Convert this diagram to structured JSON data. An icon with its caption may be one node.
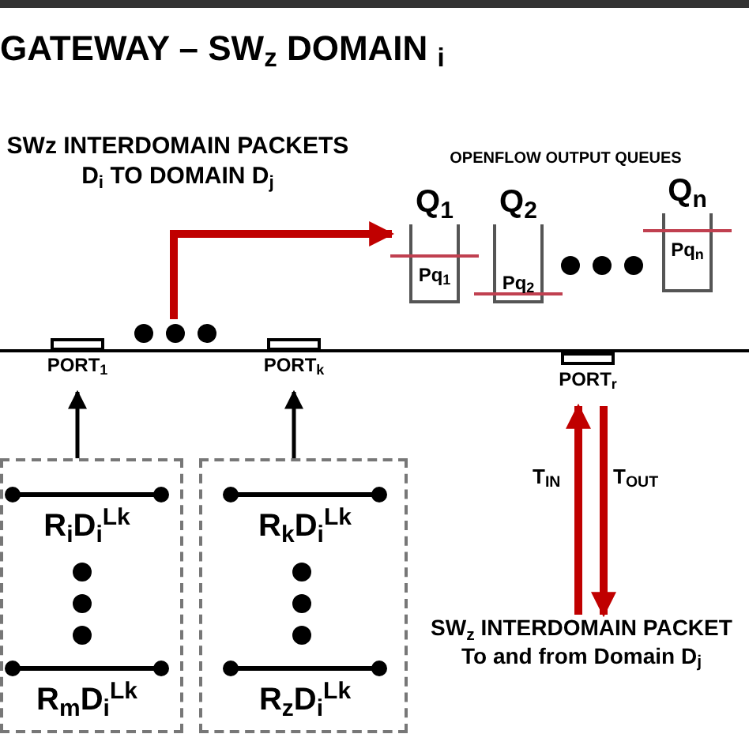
{
  "diagram": {
    "title": "GATEWAY – SW$_{z}$ DOMAIN $_{i}$",
    "nodes": [
      {
        "text": [
          "PORT$_{1}$"
        ]
      },
      {
        "text": [
          "PORT$_{k}$"
        ]
      },
      {
        "text": [
          "PORT$_{r}$"
        ]
      },
      {
        "text": [],
        "shape": "box"
      },
      {
        "text": [
          "R$_{i}$D$_{i}$$^{Lk}$"
        ],
        "in": 3
      },
      {
        "text": [
          "R$_{m}$D$_{i}$$^{Lk}$"
        ],
        "in": 3
      },
      {
        "text": [],
        "shape": "box"
      },
      {
        "text": [
          "R$_{k}$D$_{i}$$^{Lk}$"
        ],
        "in": 6
      },
      {
        "text": [
          "R$_{z}$D$_{i}$$^{Lk}$"
        ],
        "in": 6
      },
      {
        "text": [
          "Q$_{1}$",
          "Pq$_{1}$"
        ]
      },
      {
        "text": [
          "Q$_{2}$",
          "Pq$_{2}$"
        ]
      },
      {
        "text": [
          "Q$_{n}$",
          "Pq$_{n}$"
        ]
      },
      {
        "text": [
          "SW$_{z}$ INTERDOMAIN PACKET To and from Domain D$_{j}$"
        ]
      }
    ],
    "edges": [
      {
        "from": 3,
        "to": 0,
        "arrow": "to",
        "color": "#000000"
      },
      {
        "from": 6,
        "to": 1,
        "arrow": "to",
        "color": "#000000"
      },
      {
        "from": 12,
        "to": 2,
        "arrow": "to",
        "label": "T$_{IN}$"
      },
      {
        "from": 2,
        "to": 12,
        "arrow": "to",
        "label": "T$_{OUT}$"
      },
      {
        "from": null,
        "to": 9,
        "arrow": "to"
      }
    ],
    "labels": [
      "SWz INTERDOMAIN PACKETS D$_{i}$ TO DOMAIN D$_{j}$",
      "OPENFLOW OUTPUT QUEUES"
    ]
  }
}
